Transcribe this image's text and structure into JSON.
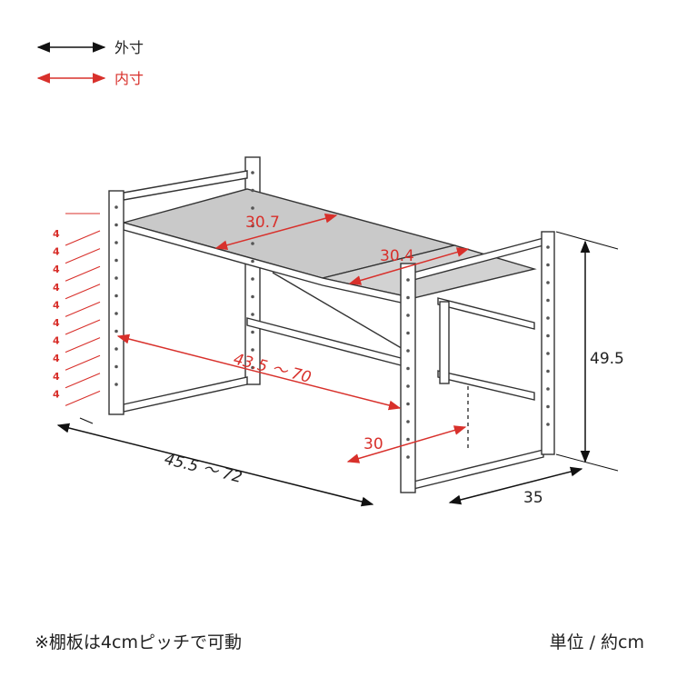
{
  "legend": {
    "outer_label": "外寸",
    "inner_label": "内寸",
    "outer_color": "#111111",
    "inner_color": "#d8302b"
  },
  "dimensions": {
    "shelf_depth_left": "30.7",
    "shelf_depth_right": "30.4",
    "inner_width": "43.5 ～ 70",
    "inner_depth": "30",
    "outer_width": "45.5 ～ 72",
    "outer_depth": "35",
    "height": "49.5"
  },
  "shelf_pitch": {
    "label": "4",
    "count": 10
  },
  "footer": {
    "note": "※棚板は4cmピッチで可動",
    "unit": "単位 / 約cm"
  }
}
